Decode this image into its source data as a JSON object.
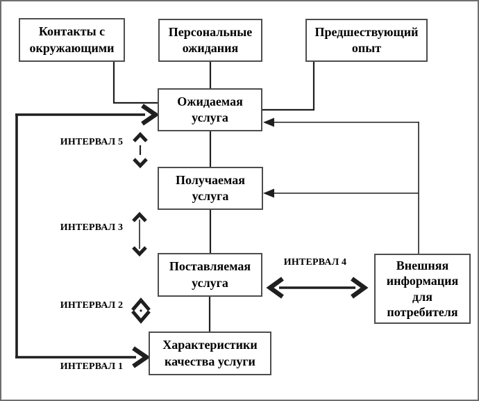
{
  "diagram": {
    "boxes": {
      "contacts": "Контакты с\nокружающими",
      "personal": "Персональные\nожидания",
      "experience": "Предшествующий\nопыт",
      "expected": "Ожидаемая\nуслуга",
      "received": "Получаемая\nуслуга",
      "delivered": "Поставляемая\nуслуга",
      "characteristics": "Характеристики\nкачества услуги",
      "external": "Внешняя\nинформация\nдля\nпотребителя"
    },
    "gap_labels": {
      "gap5": "ИНТЕРВАЛ 5",
      "gap3": "ИНТЕРВАЛ 3",
      "gap2": "ИНТЕРВАЛ 2",
      "gap1": "ИНТЕРВАЛ 1",
      "gap4": "ИНТЕРВАЛ 4"
    },
    "colors": {
      "line": "#1f1f1f",
      "box-border": "#4d4d4d",
      "frame": "#6e6e6e",
      "background": "#ffffff",
      "text": "#000000"
    }
  }
}
